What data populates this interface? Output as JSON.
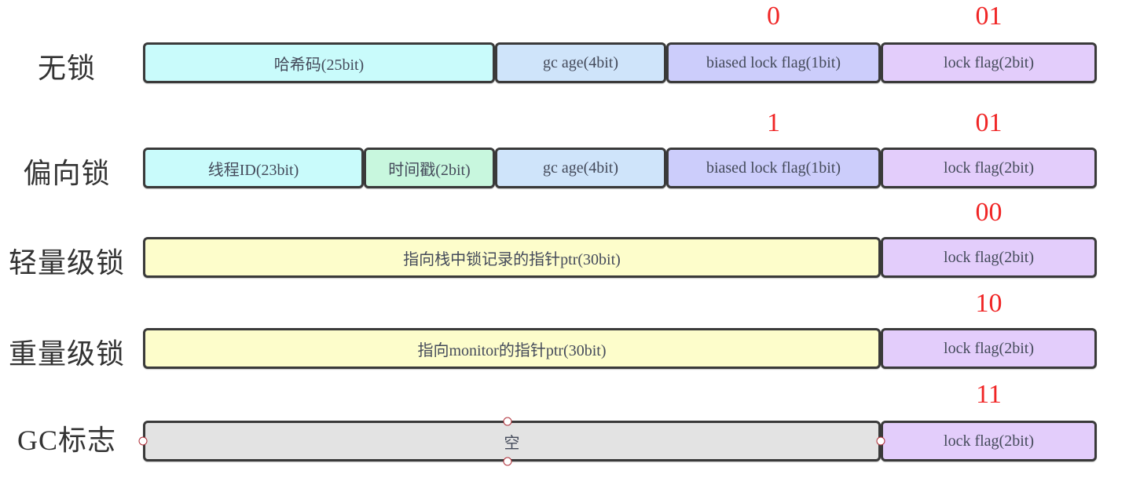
{
  "diagram": {
    "title": "Mark Word lock states",
    "colors": {
      "hash": "#c9fbfb",
      "thread_id": "#c9fbfb",
      "epoch": "#c8f7de",
      "gc_age": "#cfe4fa",
      "biased_flag": "#cccdfb",
      "lock_flag": "#e3cdfb",
      "pointer": "#fdfdcb",
      "empty": "#e3e3e3",
      "flag_value": "#f02525"
    },
    "rows": [
      {
        "label": "无锁",
        "biased_value": "0",
        "lock_value": "01",
        "segments": [
          {
            "text": "哈希码(25bit)",
            "kind": "hash",
            "bits": 25
          },
          {
            "text": "gc age(4bit)",
            "kind": "gc_age",
            "bits": 4
          },
          {
            "text": "biased lock flag(1bit)",
            "kind": "biased_flag",
            "bits": 1
          },
          {
            "text": "lock flag(2bit)",
            "kind": "lock_flag",
            "bits": 2
          }
        ]
      },
      {
        "label": "偏向锁",
        "biased_value": "1",
        "lock_value": "01",
        "segments": [
          {
            "text": "线程ID(23bit)",
            "kind": "thread_id",
            "bits": 23
          },
          {
            "text": "时间戳(2bit)",
            "kind": "epoch",
            "bits": 2
          },
          {
            "text": "gc age(4bit)",
            "kind": "gc_age",
            "bits": 4
          },
          {
            "text": "biased lock flag(1bit)",
            "kind": "biased_flag",
            "bits": 1
          },
          {
            "text": "lock flag(2bit)",
            "kind": "lock_flag",
            "bits": 2
          }
        ]
      },
      {
        "label": "轻量级锁",
        "lock_value": "00",
        "segments": [
          {
            "text": "指向栈中锁记录的指针ptr(30bit)",
            "kind": "pointer",
            "bits": 30
          },
          {
            "text": "lock flag(2bit)",
            "kind": "lock_flag",
            "bits": 2
          }
        ]
      },
      {
        "label": "重量级锁",
        "lock_value": "10",
        "segments": [
          {
            "text": "指向monitor的指针ptr(30bit)",
            "kind": "pointer",
            "bits": 30
          },
          {
            "text": "lock flag(2bit)",
            "kind": "lock_flag",
            "bits": 2
          }
        ]
      },
      {
        "label": "GC标志",
        "lock_value": "11",
        "segments": [
          {
            "text": "空",
            "kind": "empty",
            "bits": 30
          },
          {
            "text": "lock flag(2bit)",
            "kind": "lock_flag",
            "bits": 2
          }
        ]
      }
    ]
  }
}
